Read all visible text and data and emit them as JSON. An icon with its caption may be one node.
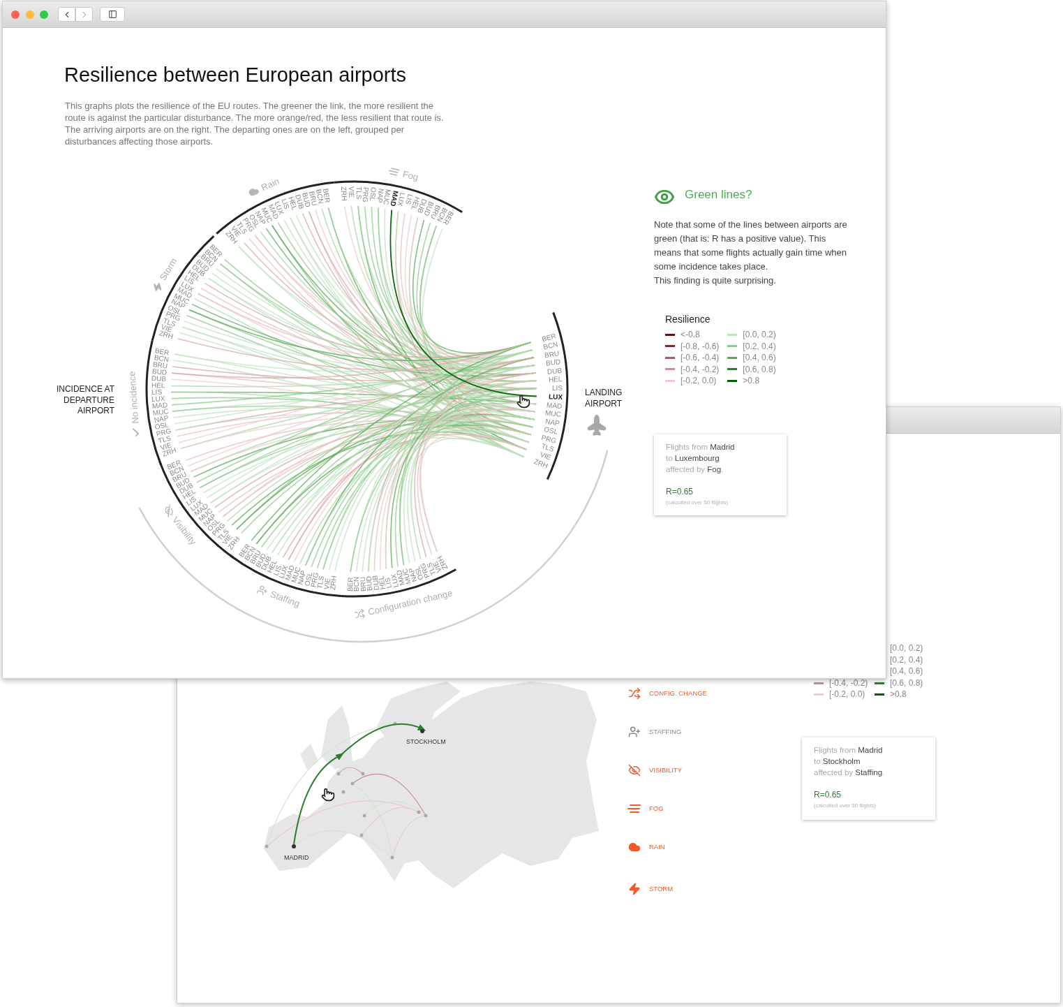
{
  "diagram": {
    "title": "Resilience between European airports",
    "nodes": [
      {
        "text": [
          "Flights from **Madrid** to **Luxembourg** affected by **Fog**.",
          "R=0.65",
          "(calculted over 50 flights)"
        ]
      },
      {
        "text": [
          "STOCKHOLM"
        ]
      },
      {
        "text": [
          "MADRID"
        ]
      },
      {
        "text": [
          "Flights from **Madrid** to **Stockholm** affected by **Staffing**.",
          "R=0.65",
          "(calculted over 50 flights)"
        ]
      }
    ],
    "edges": [
      {
        "from": 2,
        "to": 1,
        "arrow": "to"
      }
    ],
    "labels": [
      "This graphs plots the resilience of the EU routes. The greener the link, the more resilient the route is against the particular disturbance. The more orange/red, the less resilient that route is. The arriving airports are on the right. The departing ones are on the left, grouped per disturbances affecting those airports.",
      "INCIDENCE AT DEPARTURE AIRPORT",
      "Rain",
      "ZRH",
      "VIE",
      "TLS",
      "PRG",
      "OSL",
      "NAP",
      "MUC",
      "MAD",
      "LUX",
      "LIS",
      "HEL",
      "DUB",
      "BUD",
      "BRU",
      "BCN",
      "BER",
      "Fog",
      "ZRH",
      "VIE",
      "TLS",
      "PRG",
      "OSL",
      "NAP",
      "MUC",
      "MAD",
      "LUX",
      "LIS",
      "HEL",
      "DUB",
      "BUD",
      "BRU",
      "BCN",
      "BER",
      "Storm",
      "BER",
      "BCN",
      "BRU",
      "BUD",
      "DUB",
      "HEL",
      "LIS",
      "LUX",
      "MAD",
      "MUC",
      "NAP",
      "OSL",
      "PRG",
      "TLS",
      "VIE",
      "ZRH",
      "No incidence",
      "BER",
      "BCN",
      "BRU",
      "BUD",
      "DUB",
      "HEL",
      "LIS",
      "LUX",
      "MAD",
      "MUC",
      "NAP",
      "OSL",
      "PRG",
      "TLS",
      "VIE",
      "ZRH",
      "Visibility",
      "BER",
      "BCN",
      "BRU",
      "BUD",
      "DUB",
      "HEL",
      "LIS",
      "LUX",
      "MAD",
      "MUC",
      "NAP",
      "OSL",
      "PRG",
      "TLS",
      "VIE",
      "ZRH",
      "Staffing",
      "BER",
      "BCN",
      "BRU",
      "BUD",
      "DUB",
      "HEL",
      "LIS",
      "LUX",
      "MAD",
      "MUC",
      "NAP",
      "OSL",
      "PRG",
      "TLS",
      "VIE",
      "ZRH",
      "Configuration change",
      "BER",
      "BCN",
      "BRU",
      "BUD",
      "DUB",
      "HEL",
      "LIS",
      "LUX",
      "MAD",
      "MUC",
      "NAP",
      "OSL",
      "PRG",
      "TLS",
      "VIE",
      "ZRH",
      "LANDING AIRPORT",
      "BER",
      "BCN",
      "BRU",
      "BUD",
      "DUB",
      "HEL",
      "LIS",
      "LUX",
      "MAD",
      "MUC",
      "NAP",
      "OSL",
      "PRG",
      "TLS",
      "VIE",
      "ZRH",
      "Green lines?",
      "Note that some of the lines between airports are green (that is: R has a positive value). This means that some flights actually gain time when some incidence takes place.",
      "This finding is quite surprising.",
      "Resilience",
      "CONFIG. CHANGE",
      "STAFFING",
      "VISIBILITY",
      "FOG",
      "RAIN",
      "STORM",
      "[0.0, 0.2)",
      "[0.2, 0.4)",
      "[0.4, 0.6)"
    ],
    "legend": [
      {
        "text": "<-0.8",
        "color": "#5a1414"
      },
      {
        "text": "[-0.8, -0.6)",
        "color": "#7d2a2a"
      },
      {
        "text": "[-0.6, -0.4)",
        "color": "#a05f5f"
      },
      {
        "text": "[-0.4, -0.2)",
        "color": "#c99191"
      },
      {
        "text": "[-0.2, 0.0)",
        "color": "#efcccc"
      },
      {
        "text": "[0.0, 0.2)",
        "color": "#bfe3bd"
      },
      {
        "text": "[0.2, 0.4)",
        "color": "#8fca8c"
      },
      {
        "text": "[0.4, 0.6)",
        "color": "#5aa957"
      },
      {
        "text": "[0.6, 0.8)",
        "color": "#1f8a1f"
      },
      {
        "text": ">0.8",
        "color": "#0a5a0a"
      },
      {
        "text": "[-0.4, -0.2)",
        "color": "#c99191"
      },
      {
        "text": "[0.6, 0.8)",
        "color": "#1f8a1f"
      },
      {
        "text": "[-0.2, 0.0)",
        "color": "#efcccc"
      },
      {
        "text": ">0.8",
        "color": "#0a5a0a"
      }
    ]
  }
}
